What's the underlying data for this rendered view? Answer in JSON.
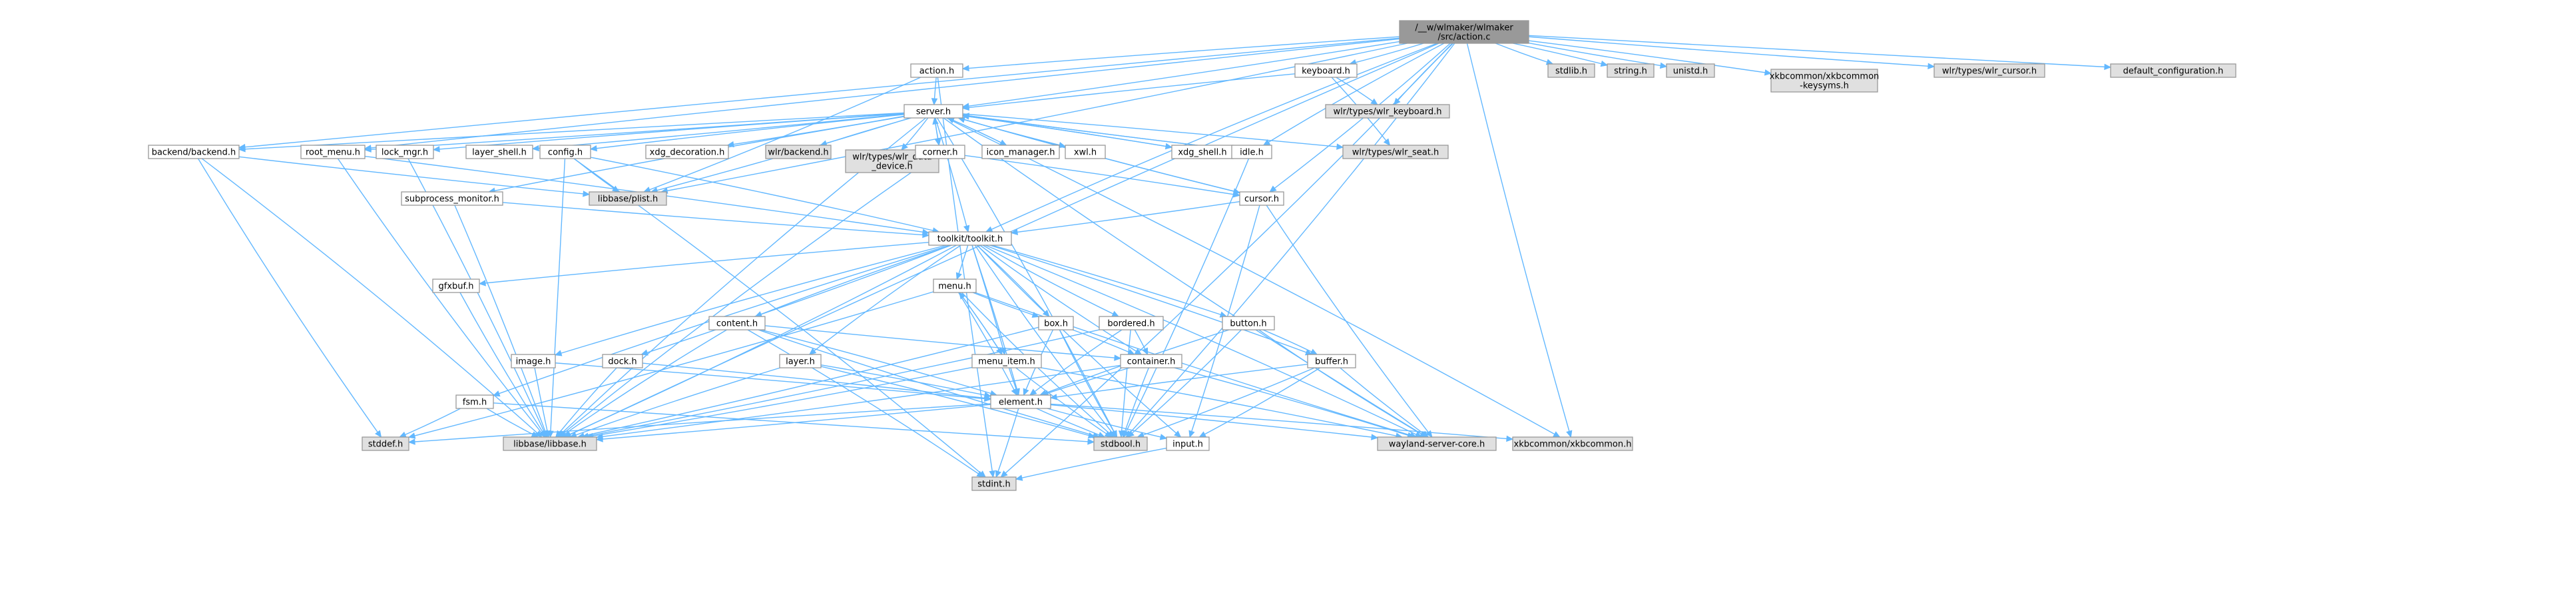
{
  "diagram": {
    "colors": {
      "root_fill": "#999999",
      "documented_fill": "#ffffff",
      "external_fill": "#e0e0e0",
      "edge": "#63b8ff",
      "border_plain": "#999999",
      "border_truncated": "#ff0000"
    },
    "nodes": [
      {
        "id": "action_c",
        "lines": [
          "/__w/wlmaker/wlmaker",
          "/src/action.c"
        ],
        "kind": "root"
      },
      {
        "id": "action_h",
        "lines": [
          "action.h"
        ],
        "kind": "documented"
      },
      {
        "id": "keyboard_h",
        "lines": [
          "keyboard.h"
        ],
        "kind": "documented"
      },
      {
        "id": "stdlib_h",
        "lines": [
          "stdlib.h"
        ],
        "kind": "external"
      },
      {
        "id": "string_h",
        "lines": [
          "string.h"
        ],
        "kind": "external"
      },
      {
        "id": "unistd_h",
        "lines": [
          "unistd.h"
        ],
        "kind": "external"
      },
      {
        "id": "xkb_keysyms",
        "lines": [
          "xkbcommon/xkbcommon",
          "-keysyms.h"
        ],
        "kind": "external"
      },
      {
        "id": "wlr_cursor",
        "lines": [
          "wlr/types/wlr_cursor.h"
        ],
        "kind": "external"
      },
      {
        "id": "default_config",
        "lines": [
          "default_configuration.h"
        ],
        "kind": "external"
      },
      {
        "id": "wlr_keyboard",
        "lines": [
          "wlr/types/wlr_keyboard.h"
        ],
        "kind": "external"
      },
      {
        "id": "server_h",
        "lines": [
          "server.h"
        ],
        "kind": "documented"
      },
      {
        "id": "backend_h",
        "lines": [
          "backend/backend.h"
        ],
        "kind": "documented"
      },
      {
        "id": "root_menu_h",
        "lines": [
          "root_menu.h"
        ],
        "kind": "documented"
      },
      {
        "id": "lock_mgr_h",
        "lines": [
          "lock_mgr.h"
        ],
        "kind": "documented"
      },
      {
        "id": "layer_shell_h",
        "lines": [
          "layer_shell.h"
        ],
        "kind": "documented"
      },
      {
        "id": "config_h",
        "lines": [
          "config.h"
        ],
        "kind": "truncated"
      },
      {
        "id": "xdg_decoration_h",
        "lines": [
          "xdg_decoration.h"
        ],
        "kind": "documented"
      },
      {
        "id": "wlr_backend",
        "lines": [
          "wlr/backend.h"
        ],
        "kind": "external"
      },
      {
        "id": "wlr_data_device",
        "lines": [
          "wlr/types/wlr_data",
          "_device.h"
        ],
        "kind": "external"
      },
      {
        "id": "corner_h",
        "lines": [
          "corner.h"
        ],
        "kind": "documented"
      },
      {
        "id": "icon_manager_h",
        "lines": [
          "icon_manager.h"
        ],
        "kind": "documented"
      },
      {
        "id": "xwl_h",
        "lines": [
          "xwl.h"
        ],
        "kind": "truncated"
      },
      {
        "id": "xdg_shell_h",
        "lines": [
          "xdg_shell.h"
        ],
        "kind": "truncated"
      },
      {
        "id": "idle_h",
        "lines": [
          "idle.h"
        ],
        "kind": "documented"
      },
      {
        "id": "wlr_seat",
        "lines": [
          "wlr/types/wlr_seat.h"
        ],
        "kind": "external"
      },
      {
        "id": "subprocess_h",
        "lines": [
          "subprocess_monitor.h"
        ],
        "kind": "documented"
      },
      {
        "id": "libbase_plist",
        "lines": [
          "libbase/plist.h"
        ],
        "kind": "external"
      },
      {
        "id": "cursor_h",
        "lines": [
          "cursor.h"
        ],
        "kind": "documented"
      },
      {
        "id": "toolkit_h",
        "lines": [
          "toolkit/toolkit.h"
        ],
        "kind": "truncated"
      },
      {
        "id": "gfxbuf_h",
        "lines": [
          "gfxbuf.h"
        ],
        "kind": "truncated"
      },
      {
        "id": "menu_h",
        "lines": [
          "menu.h"
        ],
        "kind": "truncated"
      },
      {
        "id": "content_h",
        "lines": [
          "content.h"
        ],
        "kind": "truncated"
      },
      {
        "id": "box_h",
        "lines": [
          "box.h"
        ],
        "kind": "truncated"
      },
      {
        "id": "bordered_h",
        "lines": [
          "bordered.h"
        ],
        "kind": "truncated"
      },
      {
        "id": "button_h",
        "lines": [
          "button.h"
        ],
        "kind": "documented"
      },
      {
        "id": "image_h",
        "lines": [
          "image.h"
        ],
        "kind": "documented"
      },
      {
        "id": "dock_h",
        "lines": [
          "dock.h"
        ],
        "kind": "truncated"
      },
      {
        "id": "layer_h",
        "lines": [
          "layer.h"
        ],
        "kind": "truncated"
      },
      {
        "id": "menu_item_h",
        "lines": [
          "menu_item.h"
        ],
        "kind": "truncated"
      },
      {
        "id": "container_h",
        "lines": [
          "container.h"
        ],
        "kind": "documented"
      },
      {
        "id": "buffer_h",
        "lines": [
          "buffer.h"
        ],
        "kind": "documented"
      },
      {
        "id": "fsm_h",
        "lines": [
          "fsm.h"
        ],
        "kind": "documented"
      },
      {
        "id": "element_h",
        "lines": [
          "element.h"
        ],
        "kind": "truncated"
      },
      {
        "id": "stddef_h",
        "lines": [
          "stddef.h"
        ],
        "kind": "external"
      },
      {
        "id": "libbase_h",
        "lines": [
          "libbase/libbase.h"
        ],
        "kind": "external"
      },
      {
        "id": "stdbool_h",
        "lines": [
          "stdbool.h"
        ],
        "kind": "external"
      },
      {
        "id": "input_h",
        "lines": [
          "input.h"
        ],
        "kind": "documented"
      },
      {
        "id": "wayland_core",
        "lines": [
          "wayland-server-core.h"
        ],
        "kind": "external"
      },
      {
        "id": "xkbcommon_h",
        "lines": [
          "xkbcommon/xkbcommon.h"
        ],
        "kind": "external"
      },
      {
        "id": "stdint_h",
        "lines": [
          "stdint.h"
        ],
        "kind": "external"
      }
    ],
    "edges": [
      [
        "action_c",
        "action_h"
      ],
      [
        "action_c",
        "keyboard_h"
      ],
      [
        "action_c",
        "stdlib_h"
      ],
      [
        "action_c",
        "string_h"
      ],
      [
        "action_c",
        "unistd_h"
      ],
      [
        "action_c",
        "xkb_keysyms"
      ],
      [
        "action_c",
        "wlr_cursor"
      ],
      [
        "action_c",
        "default_config"
      ],
      [
        "action_c",
        "wlr_keyboard"
      ],
      [
        "action_c",
        "server_h"
      ],
      [
        "action_c",
        "backend_h"
      ],
      [
        "action_c",
        "root_menu_h"
      ],
      [
        "action_c",
        "idle_h"
      ],
      [
        "action_c",
        "cursor_h"
      ],
      [
        "action_c",
        "toolkit_h"
      ],
      [
        "action_c",
        "libbase_plist"
      ],
      [
        "action_c",
        "libbase_h"
      ],
      [
        "action_c",
        "stdbool_h"
      ],
      [
        "action_c",
        "xkbcommon_h"
      ],
      [
        "action_c",
        "stdint_h"
      ],
      [
        "action_h",
        "server_h"
      ],
      [
        "action_h",
        "libbase_plist"
      ],
      [
        "action_h",
        "stdint_h"
      ],
      [
        "keyboard_h",
        "wlr_keyboard"
      ],
      [
        "keyboard_h",
        "server_h"
      ],
      [
        "keyboard_h",
        "wlr_seat"
      ],
      [
        "server_h",
        "backend_h"
      ],
      [
        "server_h",
        "root_menu_h"
      ],
      [
        "server_h",
        "lock_mgr_h"
      ],
      [
        "server_h",
        "layer_shell_h"
      ],
      [
        "server_h",
        "config_h"
      ],
      [
        "server_h",
        "xdg_decoration_h"
      ],
      [
        "server_h",
        "wlr_backend"
      ],
      [
        "server_h",
        "wlr_data_device"
      ],
      [
        "server_h",
        "corner_h"
      ],
      [
        "server_h",
        "icon_manager_h"
      ],
      [
        "server_h",
        "xwl_h"
      ],
      [
        "server_h",
        "xdg_shell_h"
      ],
      [
        "server_h",
        "idle_h"
      ],
      [
        "server_h",
        "wlr_seat"
      ],
      [
        "server_h",
        "subprocess_h"
      ],
      [
        "server_h",
        "libbase_plist"
      ],
      [
        "server_h",
        "cursor_h"
      ],
      [
        "server_h",
        "toolkit_h"
      ],
      [
        "server_h",
        "wayland_core"
      ],
      [
        "server_h",
        "stdbool_h"
      ],
      [
        "server_h",
        "libbase_h"
      ],
      [
        "server_h",
        "xkbcommon_h"
      ],
      [
        "backend_h",
        "libbase_plist"
      ],
      [
        "backend_h",
        "libbase_h"
      ],
      [
        "backend_h",
        "stddef_h"
      ],
      [
        "root_menu_h",
        "toolkit_h"
      ],
      [
        "root_menu_h",
        "libbase_h"
      ],
      [
        "lock_mgr_h",
        "libbase_h"
      ],
      [
        "config_h",
        "libbase_plist"
      ],
      [
        "config_h",
        "toolkit_h"
      ],
      [
        "config_h",
        "libbase_h"
      ],
      [
        "config_h",
        "stdint_h"
      ],
      [
        "corner_h",
        "server_h"
      ],
      [
        "corner_h",
        "cursor_h"
      ],
      [
        "corner_h",
        "libbase_h"
      ],
      [
        "icon_manager_h",
        "server_h"
      ],
      [
        "xwl_h",
        "server_h"
      ],
      [
        "xdg_shell_h",
        "server_h"
      ],
      [
        "idle_h",
        "server_h"
      ],
      [
        "idle_h",
        "stdbool_h"
      ],
      [
        "subprocess_h",
        "toolkit_h"
      ],
      [
        "subprocess_h",
        "libbase_h"
      ],
      [
        "cursor_h",
        "server_h"
      ],
      [
        "cursor_h",
        "toolkit_h"
      ],
      [
        "cursor_h",
        "wayland_core"
      ],
      [
        "cursor_h",
        "input_h"
      ],
      [
        "toolkit_h",
        "gfxbuf_h"
      ],
      [
        "toolkit_h",
        "menu_h"
      ],
      [
        "toolkit_h",
        "content_h"
      ],
      [
        "toolkit_h",
        "box_h"
      ],
      [
        "toolkit_h",
        "bordered_h"
      ],
      [
        "toolkit_h",
        "button_h"
      ],
      [
        "toolkit_h",
        "image_h"
      ],
      [
        "toolkit_h",
        "dock_h"
      ],
      [
        "toolkit_h",
        "layer_h"
      ],
      [
        "toolkit_h",
        "menu_item_h"
      ],
      [
        "toolkit_h",
        "container_h"
      ],
      [
        "toolkit_h",
        "buffer_h"
      ],
      [
        "toolkit_h",
        "fsm_h"
      ],
      [
        "toolkit_h",
        "element_h"
      ],
      [
        "toolkit_h",
        "input_h"
      ],
      [
        "toolkit_h",
        "wayland_core"
      ],
      [
        "toolkit_h",
        "stdbool_h"
      ],
      [
        "toolkit_h",
        "libbase_h"
      ],
      [
        "gfxbuf_h",
        "libbase_h"
      ],
      [
        "menu_h",
        "menu_item_h"
      ],
      [
        "menu_h",
        "box_h"
      ],
      [
        "menu_h",
        "element_h"
      ],
      [
        "menu_h",
        "stdbool_h"
      ],
      [
        "menu_h",
        "stddef_h"
      ],
      [
        "menu_h",
        "wayland_core"
      ],
      [
        "menu_item_h",
        "menu_h"
      ],
      [
        "menu_item_h",
        "element_h"
      ],
      [
        "menu_item_h",
        "libbase_h"
      ],
      [
        "menu_item_h",
        "stdbool_h"
      ],
      [
        "menu_item_h",
        "wayland_core"
      ],
      [
        "content_h",
        "container_h"
      ],
      [
        "content_h",
        "element_h"
      ],
      [
        "content_h",
        "stdbool_h"
      ],
      [
        "content_h",
        "stdint_h"
      ],
      [
        "content_h",
        "libbase_h"
      ],
      [
        "box_h",
        "container_h"
      ],
      [
        "box_h",
        "element_h"
      ],
      [
        "box_h",
        "libbase_h"
      ],
      [
        "box_h",
        "stdbool_h"
      ],
      [
        "bordered_h",
        "container_h"
      ],
      [
        "bordered_h",
        "element_h"
      ],
      [
        "bordered_h",
        "libbase_h"
      ],
      [
        "bordered_h",
        "stdbool_h"
      ],
      [
        "button_h",
        "buffer_h"
      ],
      [
        "button_h",
        "element_h"
      ],
      [
        "button_h",
        "stdbool_h"
      ],
      [
        "button_h",
        "wayland_core"
      ],
      [
        "image_h",
        "element_h"
      ],
      [
        "image_h",
        "libbase_h"
      ],
      [
        "dock_h",
        "element_h"
      ],
      [
        "dock_h",
        "libbase_h"
      ],
      [
        "layer_h",
        "element_h"
      ],
      [
        "layer_h",
        "libbase_h"
      ],
      [
        "layer_h",
        "stdbool_h"
      ],
      [
        "container_h",
        "element_h"
      ],
      [
        "container_h",
        "libbase_h"
      ],
      [
        "container_h",
        "stdbool_h"
      ],
      [
        "container_h",
        "wayland_core"
      ],
      [
        "buffer_h",
        "element_h"
      ],
      [
        "buffer_h",
        "stdbool_h"
      ],
      [
        "buffer_h",
        "wayland_core"
      ],
      [
        "buffer_h",
        "input_h"
      ],
      [
        "fsm_h",
        "stdbool_h"
      ],
      [
        "fsm_h",
        "stddef_h"
      ],
      [
        "fsm_h",
        "libbase_h"
      ],
      [
        "element_h",
        "libbase_h"
      ],
      [
        "element_h",
        "stdbool_h"
      ],
      [
        "element_h",
        "stdint_h"
      ],
      [
        "element_h",
        "stddef_h"
      ],
      [
        "element_h",
        "wayland_core"
      ],
      [
        "element_h",
        "input_h"
      ],
      [
        "element_h",
        "xkbcommon_h"
      ],
      [
        "input_h",
        "stdint_h"
      ]
    ]
  }
}
